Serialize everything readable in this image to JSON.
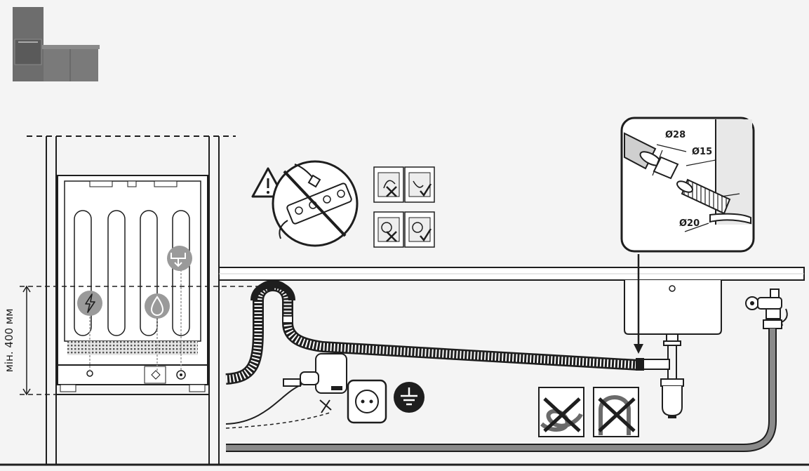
{
  "labels": {
    "height_dim": "мін. 400 мм",
    "diameter_28": "Ø28",
    "diameter_15": "Ø15",
    "diameter_20": "Ø20"
  },
  "colors": {
    "background": "#f4f4f4",
    "line": "#1e1e1e",
    "panel_gray": "#666666",
    "badge_gray": "#9a9a9a",
    "hose_fill": "#ffffff"
  },
  "icons": [
    "kitchen-cabinet-icon",
    "electric-connection-icon",
    "water-inlet-icon",
    "drain-icon",
    "warning-triangle-icon",
    "no-power-strip-icon",
    "socket-orientation-icon",
    "ground-symbol-icon",
    "no-kinked-hose-icon",
    "no-looped-hose-icon"
  ]
}
